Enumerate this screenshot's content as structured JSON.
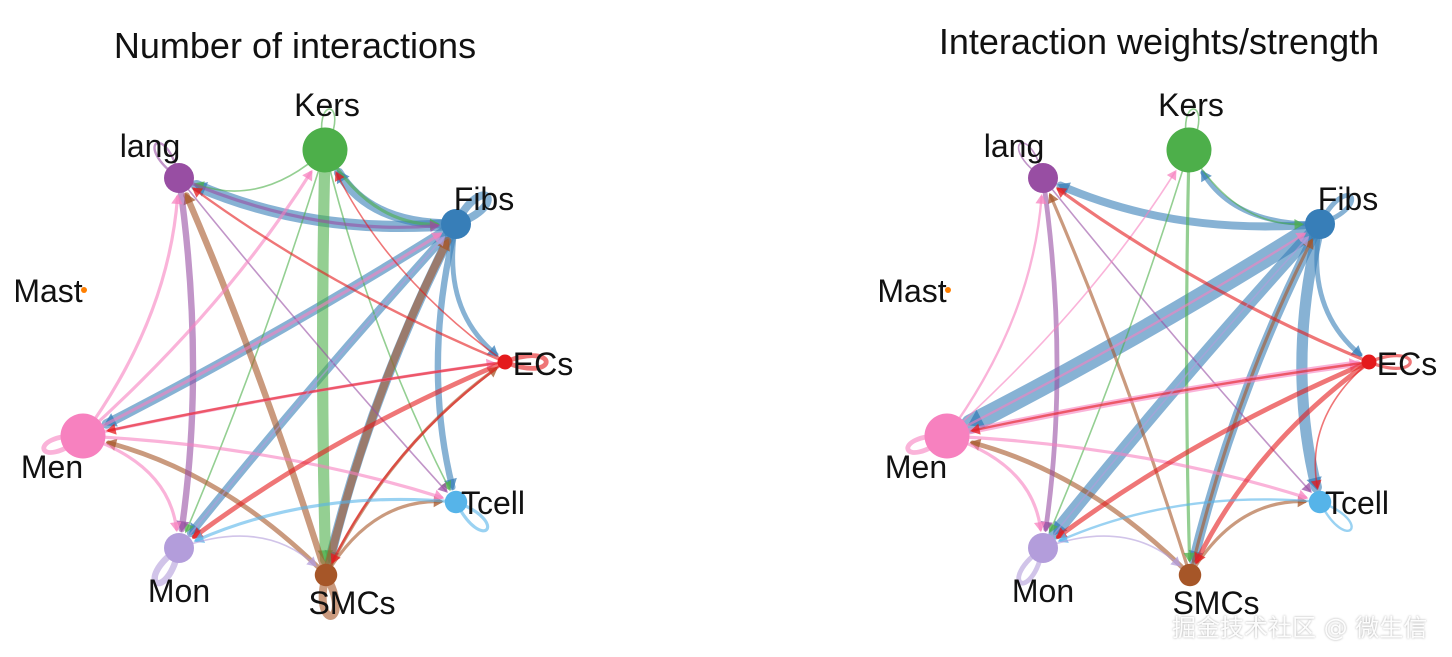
{
  "colors": {
    "Kers": "#4daf4a",
    "lang": "#984ea3",
    "Fibs": "#377eb8",
    "Mast": "#ff7f00",
    "ECs": "#e41a1c",
    "Men": "#f781bf",
    "Tcell": "#56b4e9",
    "Mon": "#b39ddb",
    "SMCs": "#a65628"
  },
  "panels": [
    {
      "title": "Number of interactions",
      "nodes": [
        {
          "name": "Kers",
          "size": 3
        },
        {
          "name": "lang",
          "size": 2
        },
        {
          "name": "Fibs",
          "size": 2
        },
        {
          "name": "Mast",
          "size": 0.4
        },
        {
          "name": "ECs",
          "size": 1
        },
        {
          "name": "Men",
          "size": 3
        },
        {
          "name": "Tcell",
          "size": 1.5
        },
        {
          "name": "Mon",
          "size": 2
        },
        {
          "name": "SMCs",
          "size": 1.5
        }
      ],
      "edges": [
        {
          "from": "Fibs",
          "to": "Kers",
          "weight": 6
        },
        {
          "from": "Fibs",
          "to": "lang",
          "weight": 7
        },
        {
          "from": "Fibs",
          "to": "Men",
          "weight": 6
        },
        {
          "from": "Fibs",
          "to": "Mon",
          "weight": 5
        },
        {
          "from": "Fibs",
          "to": "SMCs",
          "weight": 6
        },
        {
          "from": "Fibs",
          "to": "Tcell",
          "weight": 4
        },
        {
          "from": "Fibs",
          "to": "ECs",
          "weight": 3
        },
        {
          "from": "Kers",
          "to": "SMCs",
          "weight": 7
        },
        {
          "from": "Kers",
          "to": "Fibs",
          "weight": 2
        },
        {
          "from": "Kers",
          "to": "lang",
          "weight": 1
        },
        {
          "from": "Kers",
          "to": "Mon",
          "weight": 1
        },
        {
          "from": "Kers",
          "to": "Tcell",
          "weight": 1
        },
        {
          "from": "SMCs",
          "to": "Fibs",
          "weight": 5
        },
        {
          "from": "SMCs",
          "to": "lang",
          "weight": 4
        },
        {
          "from": "SMCs",
          "to": "Men",
          "weight": 3
        },
        {
          "from": "SMCs",
          "to": "Tcell",
          "weight": 2
        },
        {
          "from": "SMCs",
          "to": "ECs",
          "weight": 2
        },
        {
          "from": "lang",
          "to": "Mon",
          "weight": 4
        },
        {
          "from": "lang",
          "to": "Fibs",
          "weight": 2
        },
        {
          "from": "lang",
          "to": "Tcell",
          "weight": 1
        },
        {
          "from": "Men",
          "to": "Kers",
          "weight": 2
        },
        {
          "from": "Men",
          "to": "Fibs",
          "weight": 2
        },
        {
          "from": "Men",
          "to": "lang",
          "weight": 2
        },
        {
          "from": "Men",
          "to": "Mon",
          "weight": 2
        },
        {
          "from": "Men",
          "to": "ECs",
          "weight": 2
        },
        {
          "from": "Men",
          "to": "Tcell",
          "weight": 2
        },
        {
          "from": "ECs",
          "to": "Mon",
          "weight": 3
        },
        {
          "from": "ECs",
          "to": "lang",
          "weight": 1.5
        },
        {
          "from": "ECs",
          "to": "Men",
          "weight": 1.5
        },
        {
          "from": "ECs",
          "to": "SMCs",
          "weight": 1.5
        },
        {
          "from": "ECs",
          "to": "Kers",
          "weight": 1
        },
        {
          "from": "Tcell",
          "to": "Mon",
          "weight": 2
        },
        {
          "from": "Mon",
          "to": "SMCs",
          "weight": 1
        },
        {
          "from": "Mon",
          "to": "Fibs",
          "weight": 1
        }
      ],
      "loops": [
        {
          "node": "Kers",
          "weight": 1
        },
        {
          "node": "lang",
          "weight": 1.5
        },
        {
          "node": "Fibs",
          "weight": 5
        },
        {
          "node": "ECs",
          "weight": 3
        },
        {
          "node": "Men",
          "weight": 3
        },
        {
          "node": "Tcell",
          "weight": 2
        },
        {
          "node": "Mon",
          "weight": 4
        },
        {
          "node": "SMCs",
          "weight": 5
        }
      ]
    },
    {
      "title": "Interaction weights/strength",
      "nodes": [
        {
          "name": "Kers",
          "size": 3
        },
        {
          "name": "lang",
          "size": 2
        },
        {
          "name": "Fibs",
          "size": 2
        },
        {
          "name": "Mast",
          "size": 0.4
        },
        {
          "name": "ECs",
          "size": 1
        },
        {
          "name": "Men",
          "size": 3
        },
        {
          "name": "Tcell",
          "size": 1.5
        },
        {
          "name": "Mon",
          "size": 2
        },
        {
          "name": "SMCs",
          "size": 1.5
        }
      ],
      "edges": [
        {
          "from": "Fibs",
          "to": "Men",
          "weight": 12
        },
        {
          "from": "Fibs",
          "to": "Mon",
          "weight": 8
        },
        {
          "from": "Fibs",
          "to": "SMCs",
          "weight": 6
        },
        {
          "from": "Fibs",
          "to": "Tcell",
          "weight": 7
        },
        {
          "from": "Fibs",
          "to": "lang",
          "weight": 5
        },
        {
          "from": "Fibs",
          "to": "Kers",
          "weight": 3
        },
        {
          "from": "Fibs",
          "to": "ECs",
          "weight": 3
        },
        {
          "from": "SMCs",
          "to": "Men",
          "weight": 3
        },
        {
          "from": "SMCs",
          "to": "Fibs",
          "weight": 2
        },
        {
          "from": "SMCs",
          "to": "Tcell",
          "weight": 2
        },
        {
          "from": "SMCs",
          "to": "lang",
          "weight": 2
        },
        {
          "from": "Kers",
          "to": "SMCs",
          "weight": 2
        },
        {
          "from": "Kers",
          "to": "Mon",
          "weight": 1
        },
        {
          "from": "Kers",
          "to": "Fibs",
          "weight": 1
        },
        {
          "from": "lang",
          "to": "Mon",
          "weight": 3
        },
        {
          "from": "lang",
          "to": "Tcell",
          "weight": 1
        },
        {
          "from": "Men",
          "to": "ECs",
          "weight": 4
        },
        {
          "from": "Men",
          "to": "Tcell",
          "weight": 2
        },
        {
          "from": "Men",
          "to": "Mon",
          "weight": 2
        },
        {
          "from": "Men",
          "to": "lang",
          "weight": 1.5
        },
        {
          "from": "Men",
          "to": "Fibs",
          "weight": 1.5
        },
        {
          "from": "Men",
          "to": "Kers",
          "weight": 1
        },
        {
          "from": "ECs",
          "to": "Mon",
          "weight": 3
        },
        {
          "from": "ECs",
          "to": "lang",
          "weight": 2
        },
        {
          "from": "ECs",
          "to": "SMCs",
          "weight": 3
        },
        {
          "from": "ECs",
          "to": "Men",
          "weight": 1.5
        },
        {
          "from": "ECs",
          "to": "Tcell",
          "weight": 1
        },
        {
          "from": "Tcell",
          "to": "Mon",
          "weight": 1.5
        },
        {
          "from": "Mon",
          "to": "SMCs",
          "weight": 1
        },
        {
          "from": "Mon",
          "to": "Fibs",
          "weight": 1
        }
      ],
      "loops": [
        {
          "node": "Kers",
          "weight": 1
        },
        {
          "node": "lang",
          "weight": 1
        },
        {
          "node": "Fibs",
          "weight": 3
        },
        {
          "node": "ECs",
          "weight": 2
        },
        {
          "node": "Men",
          "weight": 3
        },
        {
          "node": "Tcell",
          "weight": 1.5
        },
        {
          "node": "Mon",
          "weight": 3
        },
        {
          "node": "SMCs",
          "weight": 0
        }
      ]
    }
  ],
  "watermark": "掘金技术社区 @ 微生信"
}
